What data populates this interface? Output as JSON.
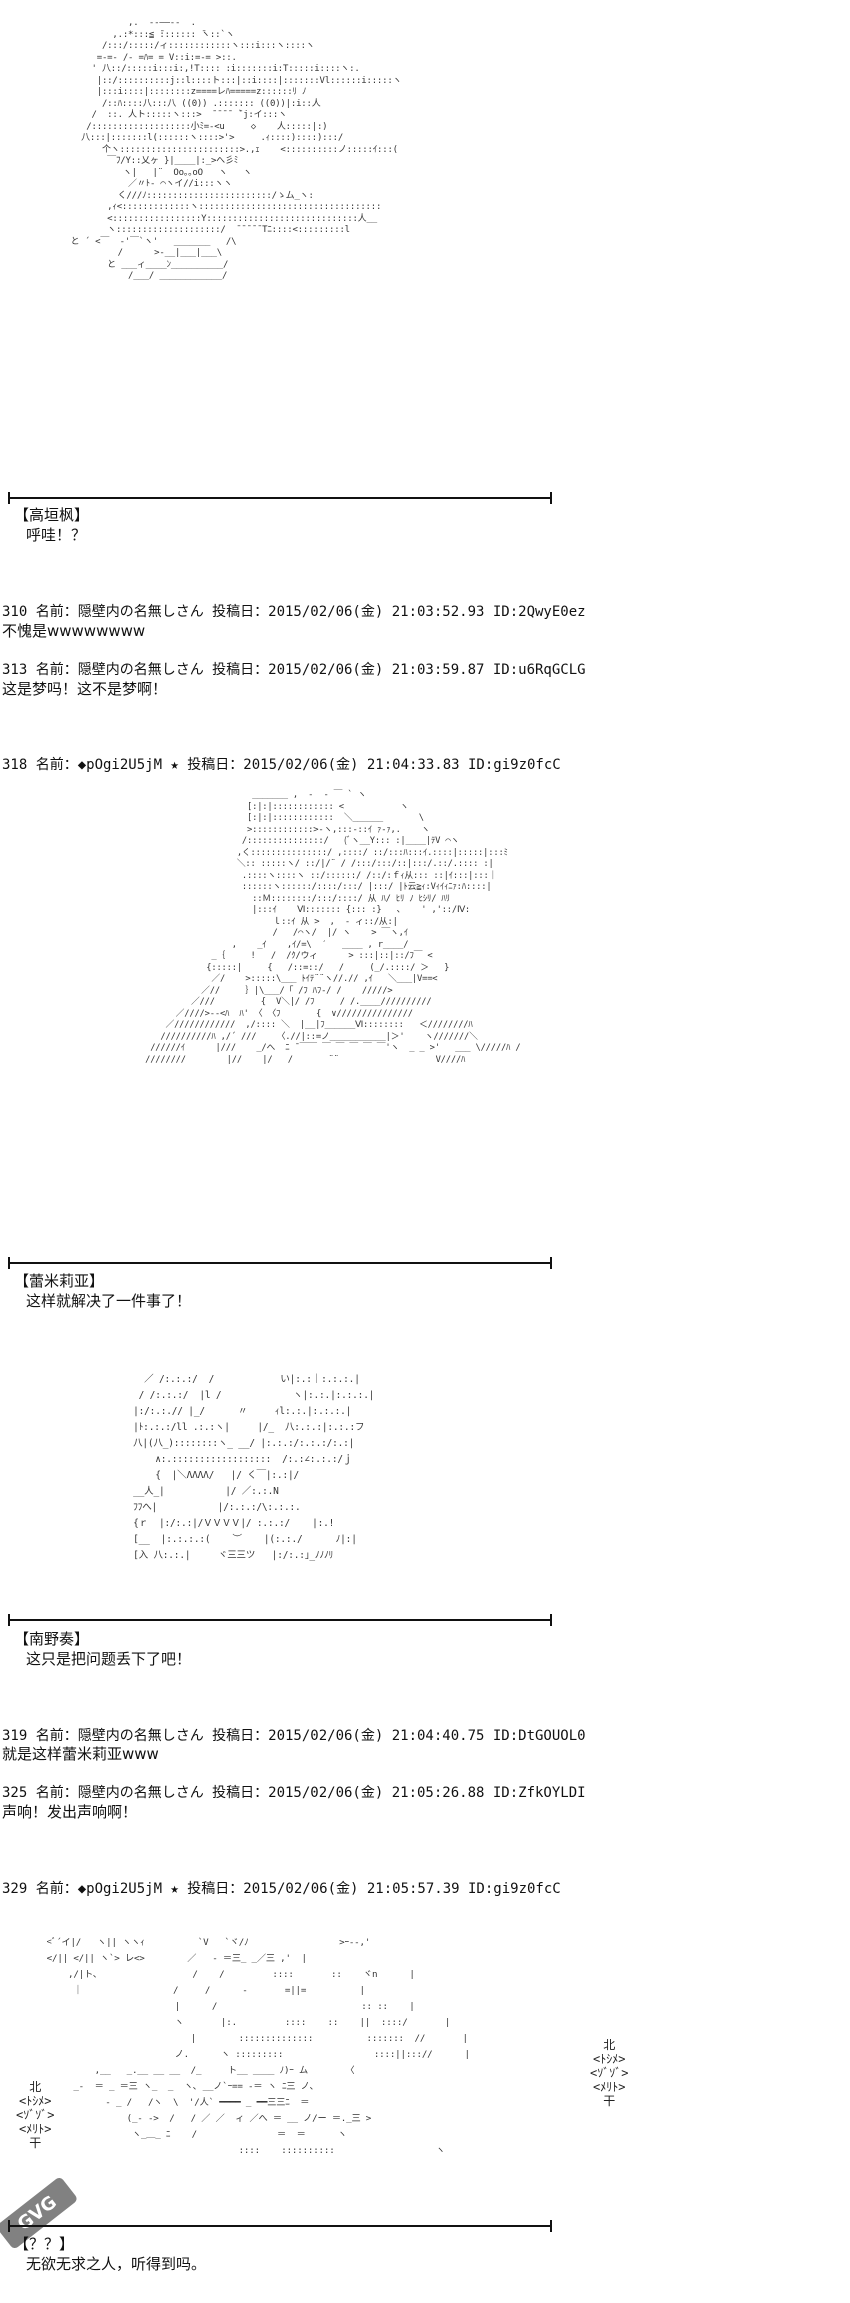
{
  "art": {
    "aa1": "              ,.  -‐――‐-  .\n           ,.:*:::≦ ̄::::::: ̄ヽ::`ヽ\n         /:::/:::::/ィ::::::::::::ヽ:::i:::ヽ::::ヽ\n        =‐=‐ /‐ =ﾊ= = V::i:=‐= >::.\n       ' 八::/:::::i:::i:,!T:::: :i:::::::i:T:::::i::::ヽ:.\n        |::/::::::::::j::l::::ト:::|::i::::|:::::::Vl::::::i:::::ヽ\n        |:::i::::|::::::::z====レﾊ=====z::::::ﾘ ﾉ\n         /::ﾊ::::八:::八 ((0)) .::::::: ((0))|:i::人\n       /  ::. 人ト:::::ヽ:::>  ̄ ̄ ̄ ̄  ̄`j:イ:::ヽ\n      /:::::::::::::::::::小ﾐ=‐<u     ◇    人:::::|:)\n     八:::|:::::::l(::::::ヽ::::>'>     .ｨ::::)::::):::/\n         个ヽ:::::::::::::::::::::::>.,ｪ    <::::::::::ノ:::::ｲ:::(\n          ￣ﾌ/Y::乂ヶ }|____|:_>へ彡ﾐ\n             ヽ|   |¨  Oo｡｡oO   ヽ   ヽ\n              ／〃ﾄ- ⌒ヽイ//i:::ヽヽ\n            く///ﾉ::::::::::::::::::::::::/ゝム_ヽ:\n          ,ｨ<:::::::::::::ヽ:::::::::::::::::::::::::::::::::::\n          <:::::::::::::::::Y:::::::::::::::::::::::::::::人__\n          ヽ::::::::::::::::::::/  ̄ ̄ ̄ ̄ ̄ ̄Tﾆ::::<:::::::::l\n   と ´ <￣  ‐'￣`ヽ'   _______   /\\\n            /      >-__|___|___\\\n          と ___ィ____ﾝ__________/\n              /___/ ____________/",
    "aa2": "                      _______ ,  -  ‐ ￣ ` ヽ\n                     [:|:|:::::::::::: <           ヽ\n                     [:|:|::::::::::::  ＼______       \\\n                     >::::::::::::>-ヽ,:::‐::ｲ ｧ‐ｧ,.    ヽ\n                    /:::::::::::::::/   (ﾞヽ__Y::: :|____|ﾃV ⌒ヽ\n                   ,く:::::::::::::::/ ,::::/ ::/:::ﾊ:::ｲ.::::|:::::|:::ﾐ\n                   ＼:: :::::ヽ/ ::/|/¨ / /:::/:::/::|:::/.::/.:::: :|\n                    .::::ヽ::::ヽ ::/::::::/ /::/:ｆｨ从::: ::|ｲ:::|:::｜\n                    ::::::ヽ::::::/::::/:::/ |:::/ |ﾄ云≧ｨ:Vｨｲｨﾆｧ:ﾊ::::|\n                      ::Ｍ::::::::/:::/::::/ 从 ﾊ/ ﾋﾘ ﾉ ﾋｼﾘ/ ﾊﾘ\n                      |:::ｲ    Ⅵ::::::: {::: :}   ､    ' ,'::/Ⅳ:\n                          ｌ::ｲ 从 >  ,  - ィ::/从:|\n                          /   /⌒ヽ/  |/ ヽ    > ￣ヽ,ｲ\n                  ,    _ｲ    ,ｲ/=\\  ′   ____ , r____/\n              _｛     !   /  /ｸ/ウィ      > :::|::|::/ﾌ￣ <\n             {:::::|     {   /::=::/   /     (_/.::::/ ＞   }\n              ／/    >:::::\\___ ﾄｲﾃ¨¨ヽ//.// ,ｲ   ＼___|V==<\n            ／//     ｝|\\___/「 /ﾌ ﾊﾌ-/ /    /////>\n          ／///         {  V＼|/ /ﾌ     / /.____//////////\n       ／////>--<ﾊ  ﾊ' 〈 〈ﾌ       {  ∨///////////////\n     ／////////////  ,/:::: ＼  |__|ﾌ______Ⅵ::::::::   ＜////////ﾊ\n    //////////ﾊ ,/´ ///    〈.//|::=ノ___________|＞'    ヽ///////＼\n  //////ｲ      |///    _/へ  ﾆ ̄ ￣￣ ￣ ￣ ￣ ￣ ￣'ヽ  _ _ >'   ___ \\/////ﾊ /\n ////////        |//    |/   /       ¨¨                   V////ﾊ",
    "aa3": "        ／ /:.:.:/  /            い|:.:｜:.:.:.|\n       / /:.:.:/  |l /             ヽ|:.:.|:.:.:.|\n      |:/:.:.// |_/      〃     ｨl:.:.|:.:.:.|\n      |ﾄ:.:.:/ll .:.:ヽ|     |/_  八:.:.:|:.:.:フ\n      八|(八_)::::::::ヽ_ __/ |:.:.:/:.:.:/:.:|\n          ∧:.::::::::::::::::::  /:.:∠:.:.:/ｊ\n          {  |＼ΛΛΛΛ/   |/ く￣|:.:|/\n      __人_|           |/ ／:.:.N\n      ﾌﾌへ|           |/:.:.:/\\:.:.:.\n      {ｒ  |:/:.:|/ＶＶＶＶ|/ :.:.:/    |:.!\n      [__  |:.:.:.:(    ︶    |(:.:./      ﾉ|:|\n      [入 八:.:.|     ヾ三三ツ   |:/:.:｣_ﾉﾉﾉﾘ",
    "aa4": "  <ﾞ´イ|/   ヽ|| ヽヽｨ          `V   `ヾ/ﾉ                 >ｰ‐-,'\n  </|| </|| ヽ`> レ<>        ／   ‐ ＝三_ _／三 ,'  |\n      ,/|ト、                 /    /         ::::       ::    ヾn      |\n       ｜                 /     /      ‐       =||=          |\n                          |      /                           :: ::    |\n                          ヽ       |:.         ::::    ::    ||  ::::/       |\n                             |        ::::::::::::::          :::::::  //       |\n                          ノ.      ヽ :::::::::                 ::::||::://      |\n           ,__   _.__ __ __  /_     ト__ ____ ﾉ)ｰ ム       〈\n       _‐  ＝ _ ＝三 ヽ_  _  ヽ､ __ノ`ｰ== ‐＝ ヽ ﾆ三 ノ、\n             ‐ _ /   /ヽ  \\  '/人` ━━━━ _ ━━三三ﾆ  ＝\n                 (_‐ ‐>  /   / ／ ／  ィ ／へ ＝ __ ノ/ー ＝._三 >\n                  ヽ_＿_ ﾆ    /               ＝  ＝      ヽ\n                                      ::::    ::::::::::                   ヽ"
  },
  "side_art": {
    "left": "北\n<ﾄｼﾒ>\n<ｿﾞｿﾞ>\n<ﾒﾘﾄ>\n干",
    "right": "北\n<ﾄｼﾒ>\n<ｿﾞｿﾞ>\n<ﾒﾘﾄ>\n干"
  },
  "scenes": [
    {
      "speaker": "【高垣枫】",
      "line": "呼哇！？"
    },
    {
      "speaker": "【蕾米莉亚】",
      "line": "这样就解决了一件事了！"
    },
    {
      "speaker": "【南野奏】",
      "line": "这只是把问题丢下了吧！"
    },
    {
      "speaker": "【？？】",
      "line": "无欲无求之人，听得到吗。"
    }
  ],
  "posts": [
    {
      "header": "310 名前：隠壁内の名無しさん 投稿日：2015/02/06(金) 21:03:52.93 ID:2QwyE0ez",
      "body": "不愧是wwwwwwww"
    },
    {
      "header": "313 名前：隠壁内の名無しさん 投稿日：2015/02/06(金) 21:03:59.87 ID:u6RqGCLG",
      "body": "这是梦吗！这不是梦啊！"
    },
    {
      "header": "318 名前：◆pOgi2U5jM ★ 投稿日：2015/02/06(金) 21:04:33.83 ID:gi9z0fcC",
      "body": ""
    },
    {
      "header": "319 名前：隠壁内の名無しさん 投稿日：2015/02/06(金) 21:04:40.75 ID:DtGOUOL0",
      "body": "就是这样蕾米莉亚www"
    },
    {
      "header": "325 名前：隠壁内の名無しさん 投稿日：2015/02/06(金) 21:05:26.88 ID:ZfkOYLDI",
      "body": "声响！发出声响啊！"
    },
    {
      "header": "329 名前：◆pOgi2U5jM ★ 投稿日：2015/02/06(金) 21:05:57.39 ID:gi9z0fcC",
      "body": ""
    }
  ],
  "watermark": "GVG"
}
